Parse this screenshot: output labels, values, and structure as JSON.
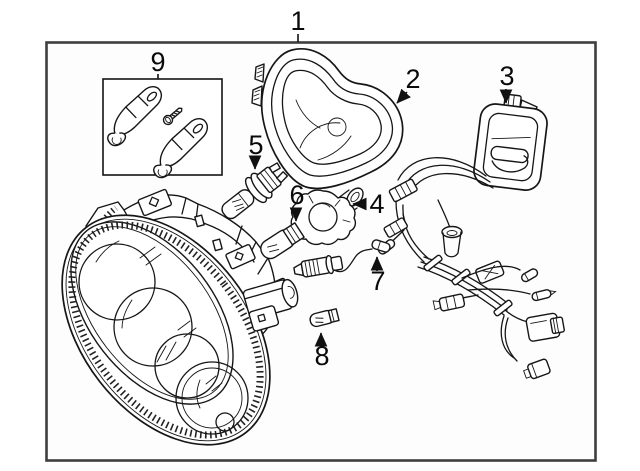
{
  "figure": {
    "kind": "exploded-parts-line-diagram",
    "colors": {
      "background": "#ffffff",
      "panel": "#fdfdfd",
      "line": "#161616",
      "frame": "#3e3e3e",
      "label_text": "#0a0a0a"
    },
    "callouts": [
      {
        "label": "1"
      },
      {
        "label": "2"
      },
      {
        "label": "3"
      },
      {
        "label": "4"
      },
      {
        "label": "5"
      },
      {
        "label": "6"
      },
      {
        "label": "7"
      },
      {
        "label": "8"
      },
      {
        "label": "9"
      }
    ]
  }
}
